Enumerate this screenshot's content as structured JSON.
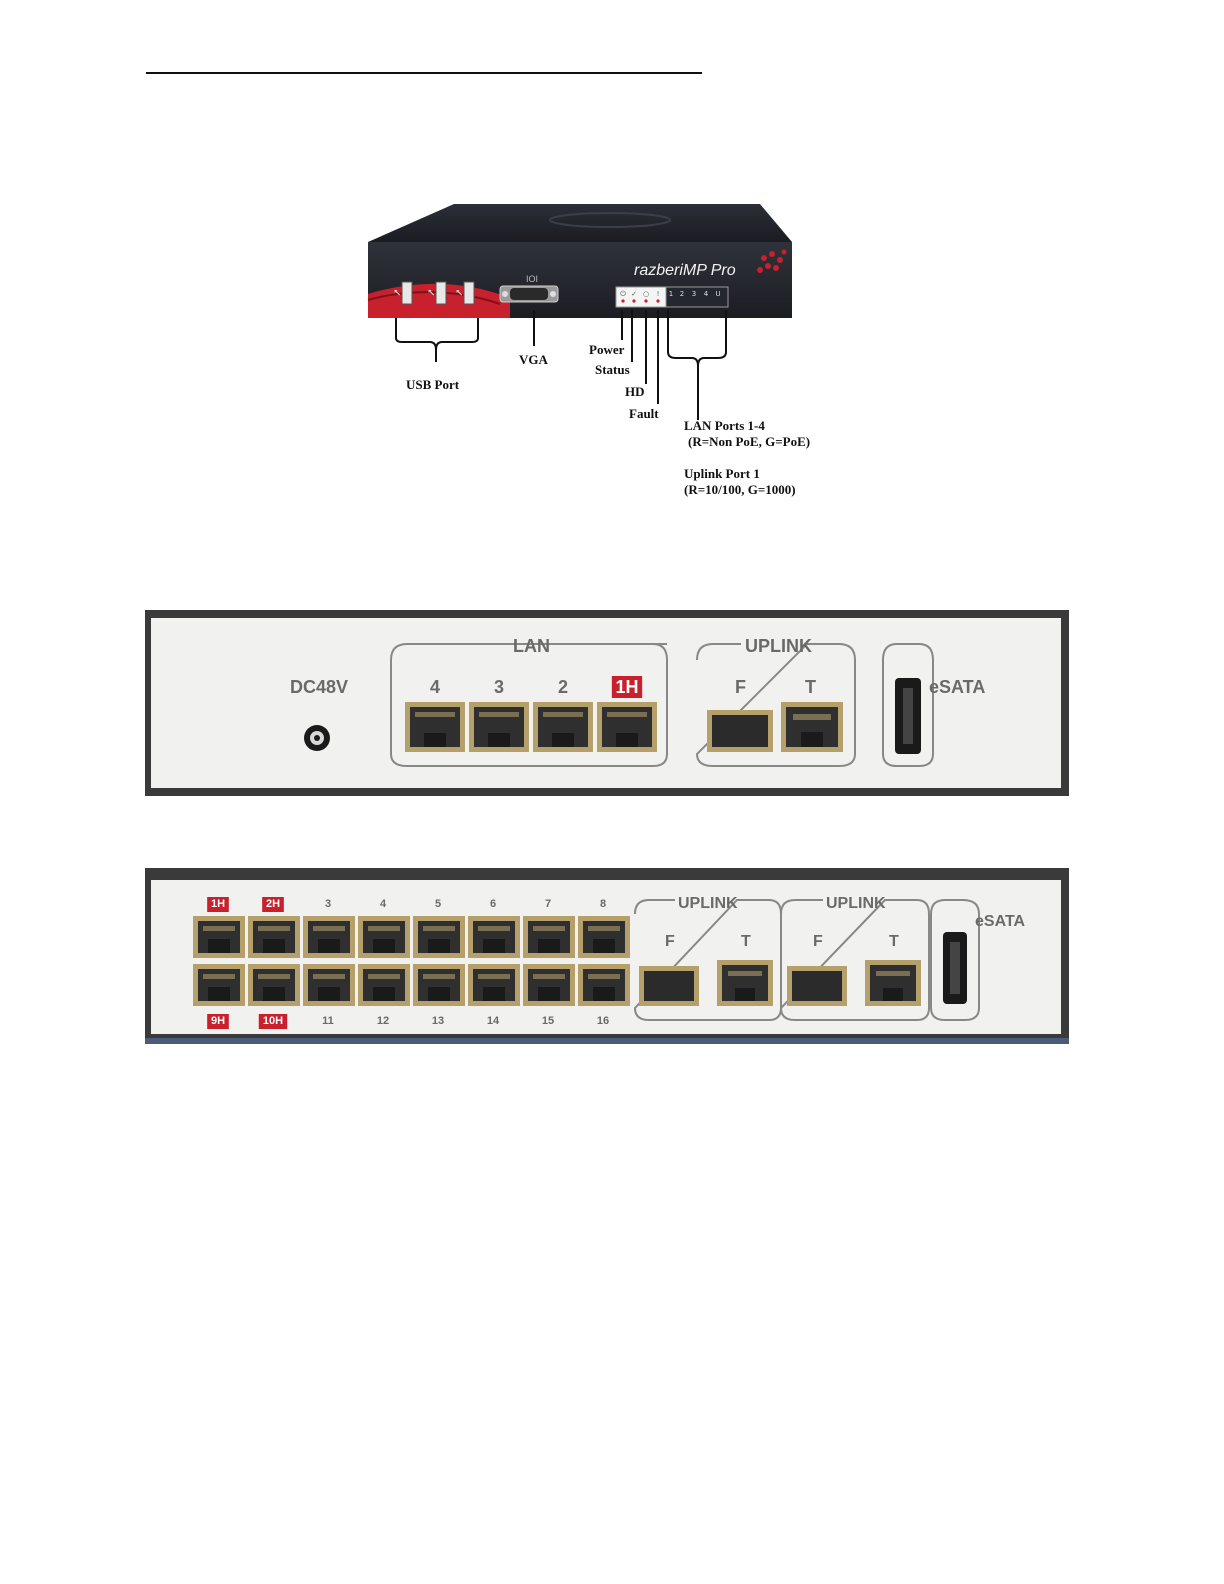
{
  "front_panel": {
    "brand": "razberiMP Pro",
    "vga_icon_label": "IOI",
    "led_symbols": [
      "⏻",
      "✓",
      "○",
      "!",
      "1",
      "2",
      "3",
      "4",
      "U"
    ],
    "callouts": {
      "usb": "USB Port",
      "vga": "VGA",
      "power": "Power",
      "status": "Status",
      "hd": "HD",
      "fault": "Fault",
      "lan_line1": "LAN Ports 1-4",
      "lan_line2": "(R=Non PoE, G=PoE)",
      "uplink_line1": "Uplink Port 1",
      "uplink_line2": "(R=10/100, G=1000)"
    }
  },
  "rear_panel_small": {
    "power_label": "DC48V",
    "lan_group": "LAN",
    "lan_ports": [
      "4",
      "3",
      "2",
      "1H"
    ],
    "uplink_group": "UPLINK",
    "uplink_ports": [
      "F",
      "T"
    ],
    "esata_label": "eSATA"
  },
  "rear_panel_large": {
    "top_ports": [
      "1H",
      "2H",
      "3",
      "4",
      "5",
      "6",
      "7",
      "8"
    ],
    "bottom_ports": [
      "9H",
      "10H",
      "11",
      "12",
      "13",
      "14",
      "15",
      "16"
    ],
    "uplink_group_1": "UPLINK",
    "uplink_group_2": "UPLINK",
    "uplink_ports_1": [
      "F",
      "T"
    ],
    "uplink_ports_2": [
      "F",
      "T"
    ],
    "esata_label": "eSATA"
  },
  "colors": {
    "device_body": "#23252d",
    "accent_red": "#c8202c",
    "panel_frame": "#3a3a3a",
    "panel_face": "#f1f1f0",
    "label_grey": "#6a6a6a",
    "port_gold": "#b59f6a"
  }
}
